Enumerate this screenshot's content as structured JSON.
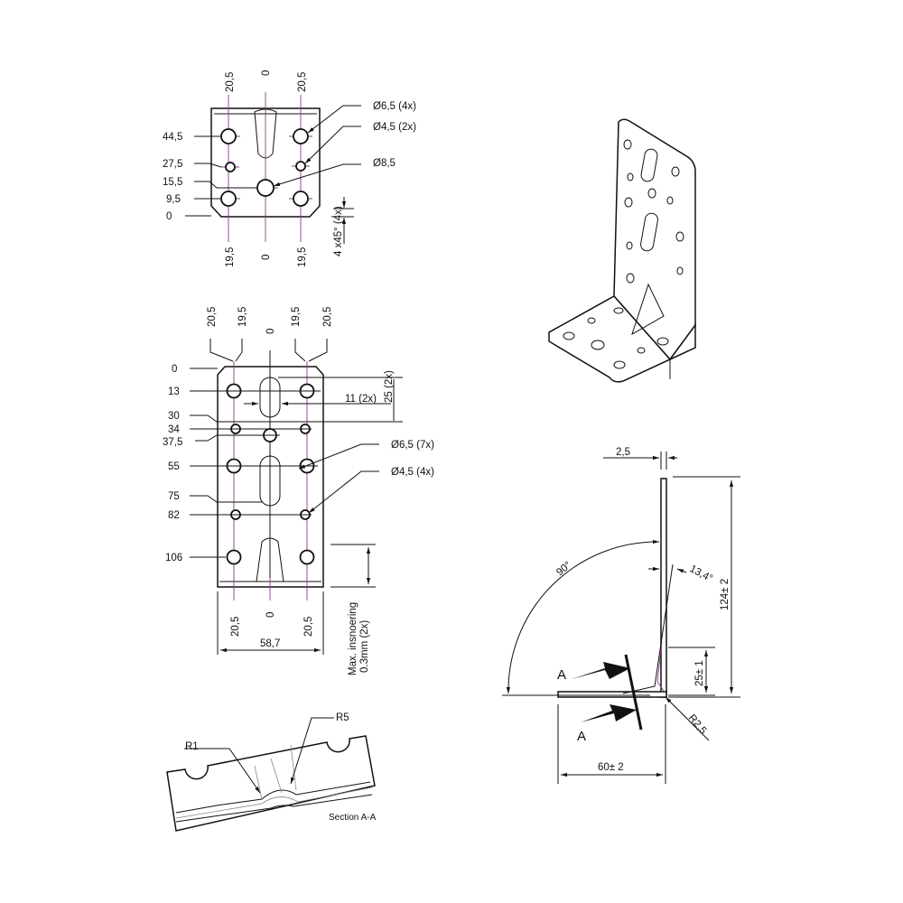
{
  "top_view": {
    "top_labels": [
      "20,5",
      "0",
      "20,5"
    ],
    "left_labels": [
      "44,5",
      "27,5",
      "15,5",
      "9,5",
      "0"
    ],
    "bottom_labels": [
      "19,5",
      "0",
      "19,5"
    ],
    "callouts": [
      "Ø6,5 (4x)",
      "Ø4,5 (2x)",
      "Ø8,5"
    ],
    "chamfer": "4 x45° (4x)"
  },
  "front_view": {
    "top_labels": [
      "20,5",
      "19,5",
      "0",
      "19,5",
      "20,5"
    ],
    "left_labels": [
      "0",
      "13",
      "30",
      "34",
      "37,5",
      "55",
      "75",
      "82",
      "106"
    ],
    "bottom_labels": [
      "20,5",
      "0",
      "20,5"
    ],
    "width": "58,7",
    "slot_width": "11  (2x)",
    "slot_length": "25 (2x)",
    "callouts": [
      "Ø6,5 (7x)",
      "Ø4,5 (4x)"
    ],
    "max_note": [
      "Max. insnoering",
      "0.3mm (2x)"
    ]
  },
  "side_view": {
    "thickness": "2,5",
    "angle": "90°",
    "rib_angle": "13,4°",
    "height": "124± 2",
    "rib_height": "25± 1",
    "radius": "R2,5",
    "length": "60± 2",
    "section_markers": [
      "A",
      "A"
    ]
  },
  "section": {
    "r1": "R1",
    "r5": "R5",
    "title": "Section A-A"
  }
}
